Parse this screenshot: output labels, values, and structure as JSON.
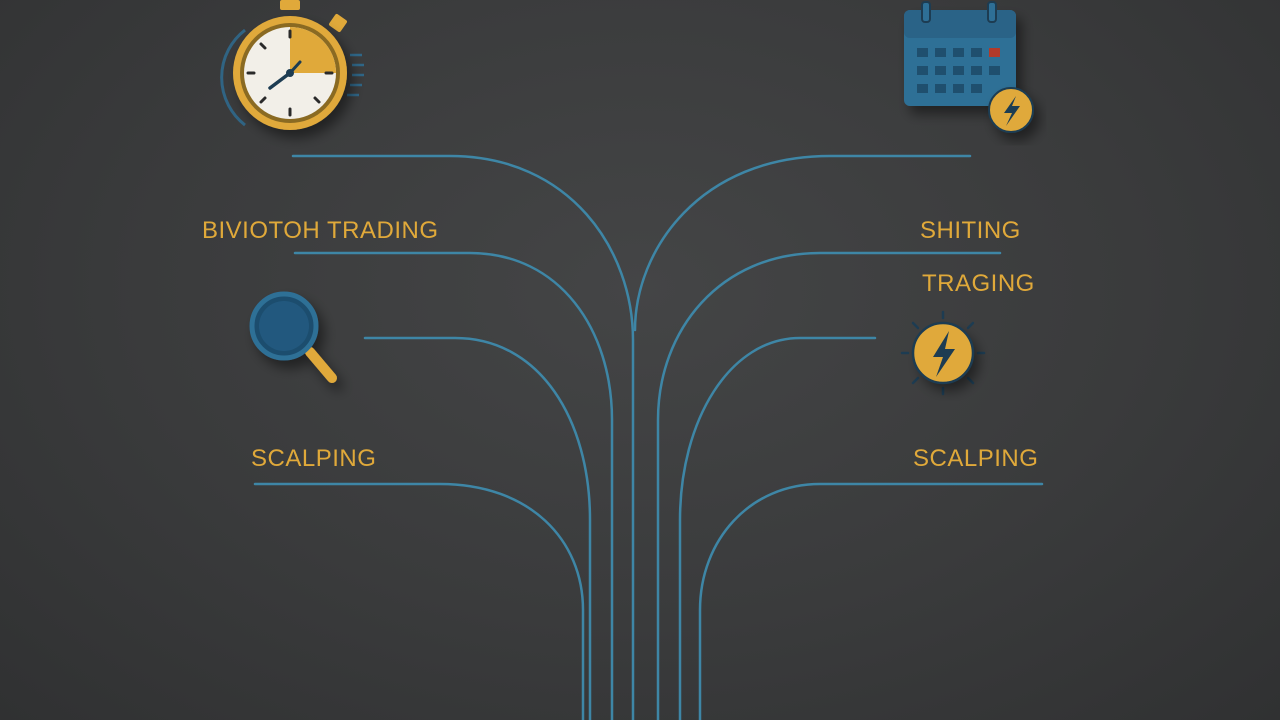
{
  "colors": {
    "background": "#3a3b3c",
    "line": "#3e86a6",
    "accent_gold": "#e0a93a",
    "accent_blue": "#2e6f96"
  },
  "labels": {
    "top_left": "BIVIOTOH TRADING",
    "right_line1": "SHITING",
    "right_line2": "TRAGING",
    "bottom_left": "SCALPING",
    "bottom_right": "SCALPING"
  },
  "icons": {
    "top_left": "stopwatch-icon",
    "top_right": "calendar-icon",
    "mid_left": "magnifier-icon",
    "mid_right": "lightning-coin-icon"
  }
}
